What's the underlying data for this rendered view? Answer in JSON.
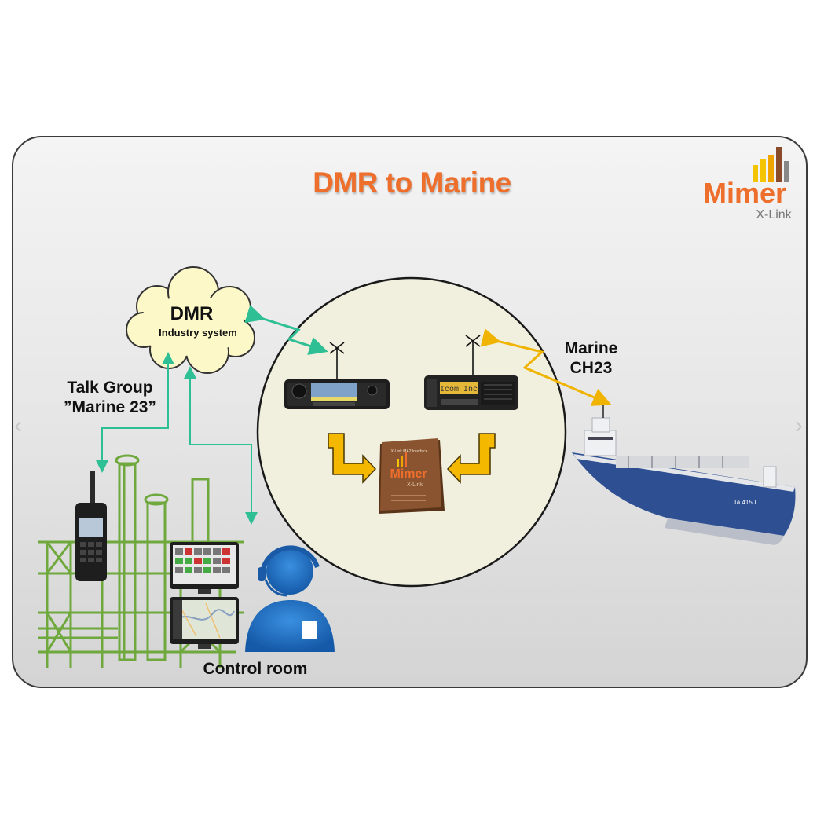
{
  "title": "DMR to Marine",
  "logo": {
    "brand": "Mimer",
    "sub": "X-Link",
    "orange": "#ee6e2c",
    "yellow": "#f5c400",
    "grey": "#888888",
    "brown": "#8a4b2a"
  },
  "cloud": {
    "title": "DMR",
    "subtitle": "Industry system",
    "fill": "#fdf8c8"
  },
  "talk_group": {
    "line1": "Talk Group",
    "line2": "”Marine 23”"
  },
  "marine": {
    "line1": "Marine",
    "line2": "CH23"
  },
  "control_room": "Control room",
  "device_texts": {
    "xlink_box": "X-Link MA2 Interface",
    "box_brand": "Mimer",
    "box_sub": "X-Link",
    "ship_id": "Ta 4150",
    "marine_radio_display": "Icom Inc"
  },
  "colors": {
    "teal": "#2fbf95",
    "amber": "#f0b400",
    "circle": "#f1efde",
    "plant": "#6fa83c",
    "operator": "#1f6fc4"
  },
  "nav": {
    "prev": "‹",
    "next": "›"
  }
}
